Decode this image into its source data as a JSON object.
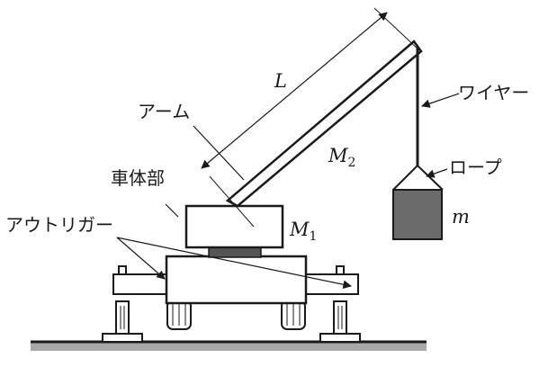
{
  "labels": {
    "length": "L",
    "arm": "アーム",
    "mass2": "M",
    "mass2_sub": "2",
    "wire": "ワイヤー",
    "rope": "ロープ",
    "body": "車体部",
    "mass1": "M",
    "mass1_sub": "1",
    "load_mass": "m",
    "outrigger": "アウトリガー"
  },
  "colors": {
    "line": "#1a1a1a",
    "load_fill": "#6b6b6b",
    "ground": "#a8a8a8",
    "turntable": "#555555"
  }
}
